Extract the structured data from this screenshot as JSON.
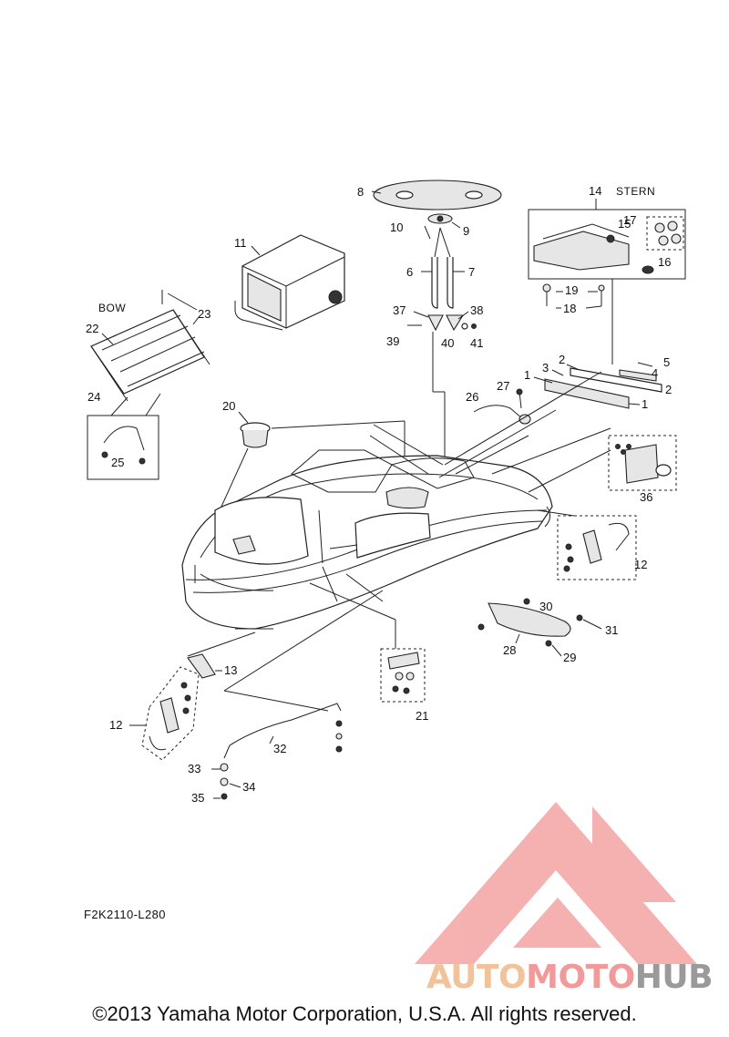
{
  "diagram": {
    "labels": {
      "p1": "1",
      "p2": "2",
      "p3": "3",
      "p4": "4",
      "p5": "5",
      "p6": "6",
      "p7": "7",
      "p8": "8",
      "p9": "9",
      "p10": "10",
      "p11": "11",
      "p12": "12",
      "p13": "13",
      "p14": "14",
      "p15": "15",
      "p16": "16",
      "p17": "17",
      "p18": "18",
      "p19": "19",
      "p20": "20",
      "p21": "21",
      "p22": "22",
      "p23": "23",
      "p24": "24",
      "p25": "25",
      "p26": "26",
      "p27": "27",
      "p28": "28",
      "p29": "29",
      "p30": "30",
      "p31": "31",
      "p32": "32",
      "p33": "33",
      "p34": "34",
      "p35": "35",
      "p36": "36",
      "p37": "37",
      "p38": "38",
      "p39": "39",
      "p40": "40",
      "p41": "41"
    },
    "stern_label": "STERN",
    "bow_label": "BOW"
  },
  "figure_code": "F2K2110-L280",
  "copyright": "©2013 Yamaha Motor Corporation, U.S.A. All rights reserved.",
  "watermark": {
    "part1": "AUTO",
    "part2": "MOTO",
    "part3": "HUB",
    "colors": {
      "auto": "#f2c39a",
      "moto": "#f29a9a",
      "hub": "#9a9a9a",
      "logo": "#f28a8a"
    }
  }
}
